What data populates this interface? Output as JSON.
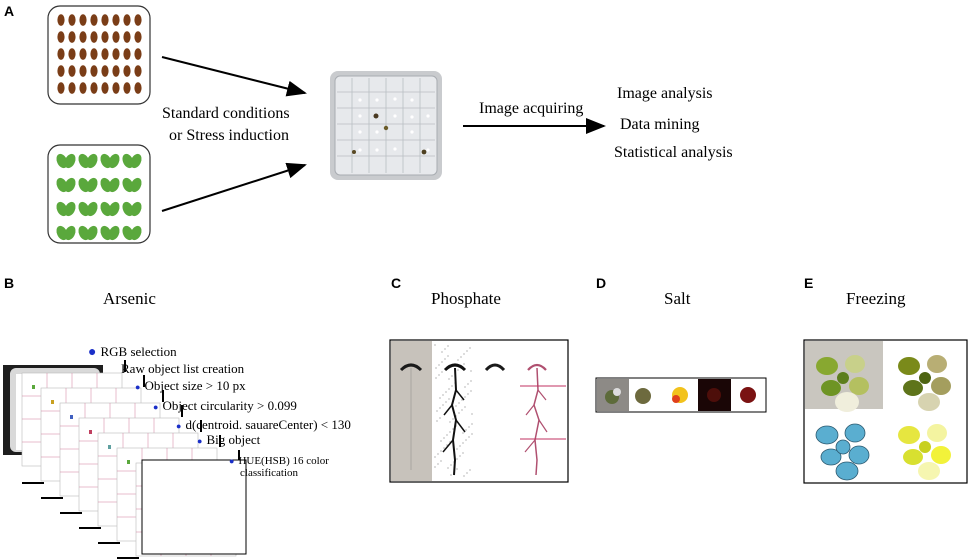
{
  "panels": {
    "a": {
      "letter": "A",
      "conditions_line1": "Standard conditions",
      "conditions_line2": "or Stress induction",
      "acquiring": "Image acquiring",
      "outputs": [
        "Image analysis",
        "Data mining",
        "Statistical analysis"
      ]
    },
    "b": {
      "letter": "B",
      "title": "Arsenic",
      "steps": [
        "RGB selection",
        "Raw object list creation",
        "Object size > 10 px",
        "Object circularity > 0.099",
        "d(centroid. sauareCenter) < 130",
        "Big object",
        "HUE(HSB) 16 color",
        "classification"
      ]
    },
    "c": {
      "letter": "C",
      "title": "Phosphate"
    },
    "d": {
      "letter": "D",
      "title": "Salt"
    },
    "e": {
      "letter": "E",
      "title": "Freezing"
    }
  },
  "colors": {
    "seed": "#7a3d17",
    "leaf": "#5aa83c",
    "bullet": "#1a2fc8",
    "grid_line": "#d07a9a",
    "freezing_blue": "#5aaed0",
    "freezing_yellow": "#f2f23a"
  }
}
